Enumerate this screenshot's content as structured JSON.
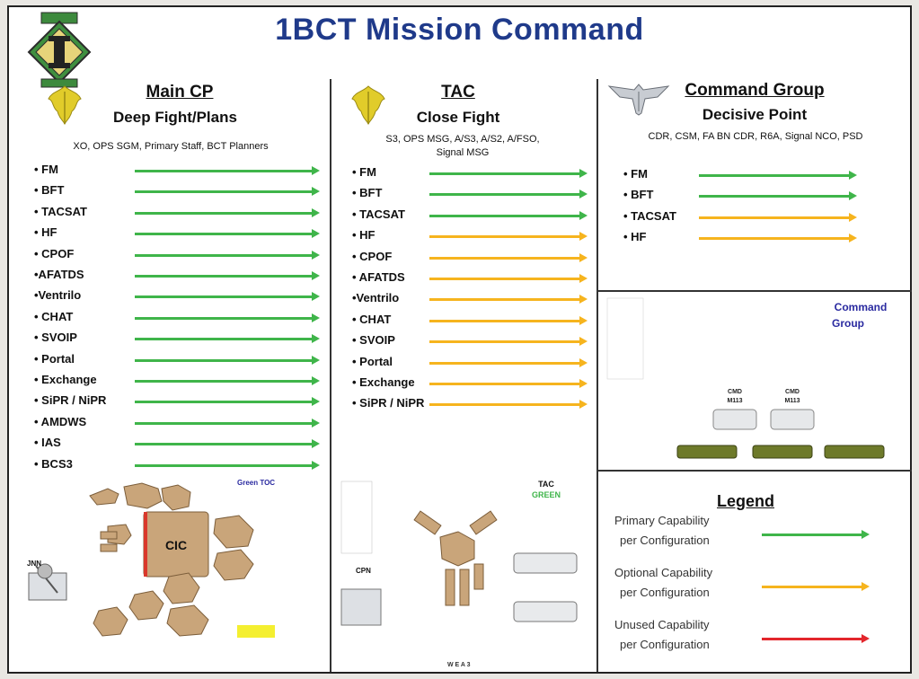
{
  "title": "1BCT Mission Command",
  "main_cp": {
    "title": "Main CP",
    "subtitle": "Deep Fight/Plans",
    "staff": "XO, OPS SGM, Primary Staff, BCT Planners",
    "items": [
      {
        "label": "• FM",
        "cap": "green"
      },
      {
        "label": "• BFT",
        "cap": "green"
      },
      {
        "label": "• TACSAT",
        "cap": "green"
      },
      {
        "label": "• HF",
        "cap": "green"
      },
      {
        "label": "• CPOF",
        "cap": "green"
      },
      {
        "label": "•AFATDS",
        "cap": "green"
      },
      {
        "label": "•Ventrilo",
        "cap": "green"
      },
      {
        "label": "• CHAT",
        "cap": "green"
      },
      {
        "label": "• SVOIP",
        "cap": "green"
      },
      {
        "label": "• Portal",
        "cap": "green"
      },
      {
        "label": "• Exchange",
        "cap": "green"
      },
      {
        "label": "• SiPR / NiPR",
        "cap": "green"
      },
      {
        "label": "• AMDWS",
        "cap": "green"
      },
      {
        "label": "• IAS",
        "cap": "green"
      },
      {
        "label": "• BCS3",
        "cap": "green"
      }
    ],
    "diagram": {
      "center": "CIC",
      "toc_label": "Green TOC",
      "jnn_label": "JNN"
    }
  },
  "tac": {
    "title": "TAC",
    "subtitle": "Close Fight",
    "staff_line1": "S3, OPS MSG, A/S3, A/S2, A/FSO,",
    "staff_line2": "Signal MSG",
    "items": [
      {
        "label": "• FM",
        "cap": "green"
      },
      {
        "label": "• BFT",
        "cap": "green"
      },
      {
        "label": "• TACSAT",
        "cap": "green"
      },
      {
        "label": "• HF",
        "cap": "orange"
      },
      {
        "label": "• CPOF",
        "cap": "orange"
      },
      {
        "label": "• AFATDS",
        "cap": "orange"
      },
      {
        "label": "•Ventrilo",
        "cap": "orange"
      },
      {
        "label": "• CHAT",
        "cap": "orange"
      },
      {
        "label": "• SVOIP",
        "cap": "orange"
      },
      {
        "label": "• Portal",
        "cap": "orange"
      },
      {
        "label": "• Exchange",
        "cap": "orange"
      },
      {
        "label": "• SiPR / NiPR",
        "cap": "orange"
      }
    ],
    "diagram": {
      "label_line1": "TAC",
      "label_line2": "GREEN",
      "cpn_label": "CPN",
      "footer": "W E A 3"
    }
  },
  "command_group": {
    "title": "Command Group",
    "subtitle": "Decisive Point",
    "staff": "CDR, CSM, FA BN CDR, R6A, Signal NCO, PSD",
    "items": [
      {
        "label": "• FM",
        "cap": "green"
      },
      {
        "label": "• BFT",
        "cap": "green"
      },
      {
        "label": "• TACSAT",
        "cap": "orange"
      },
      {
        "label": "• HF",
        "cap": "orange"
      }
    ],
    "diagram": {
      "label_line1": "Command",
      "label_line2": "Group",
      "vehicle_label_1": "CMD",
      "vehicle_label_2": "M113"
    }
  },
  "legend": {
    "title": "Legend",
    "entries": [
      {
        "line1": "Primary Capability",
        "line2": "per Configuration",
        "cap": "green"
      },
      {
        "line1": "Optional Capability",
        "line2": "per Configuration",
        "cap": "orange"
      },
      {
        "line1": "Unused Capability",
        "line2": "per Configuration",
        "cap": "red"
      }
    ]
  },
  "colors": {
    "green": "#3fb54a",
    "orange": "#f6b41e",
    "red": "#e3262c",
    "title_blue": "#1f3a8a",
    "nav_blue": "#2a2aa0"
  }
}
